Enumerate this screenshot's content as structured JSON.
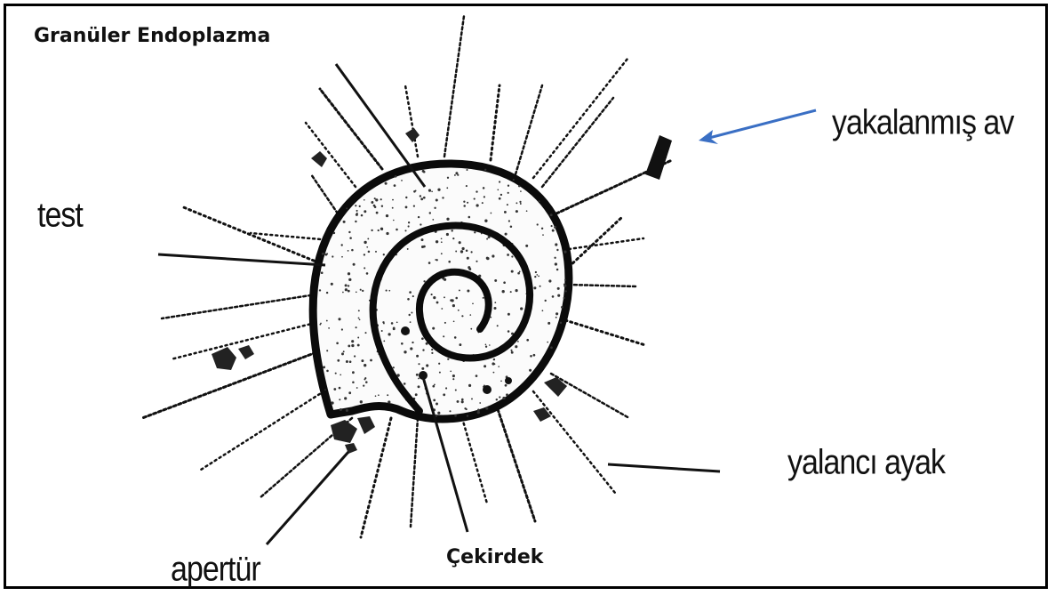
{
  "labels": {
    "granular_endoplasm": "Granüler Endoplazma",
    "captured_prey": "yakalanmış av",
    "test": "test",
    "pseudopod": "yalancı ayak",
    "aperture": "apertür",
    "nucleus": "Çekirdek"
  },
  "colors": {
    "ink": "#111111",
    "prey_arrow": "#3a6fc4",
    "background": "#ffffff"
  }
}
